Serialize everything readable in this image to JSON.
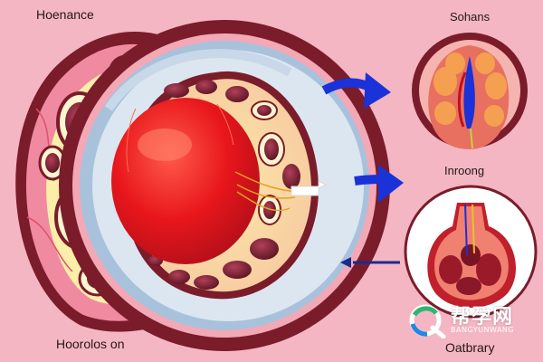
{
  "labels": {
    "top_left": "Hoenance",
    "top_right": "Sohans",
    "middle_right": "Inroong",
    "bottom_left": "Hoorolos on",
    "bottom_right": "Oatbrary"
  },
  "watermark": {
    "cn": "帮孕网",
    "en": "BANGYUNWANG"
  },
  "colors": {
    "background": "#f5b6c4",
    "tissue_dark": "#7a1c2a",
    "tissue_pink": "#f08aa0",
    "fat_yellow": "#fbeea9",
    "cell_purple": "#6b1a2c",
    "core_red": "#e8161b",
    "rim_blue": "#a8c2dc",
    "arrow_blue": "#1a32d8",
    "arrow_navy": "#1b2a8c"
  }
}
